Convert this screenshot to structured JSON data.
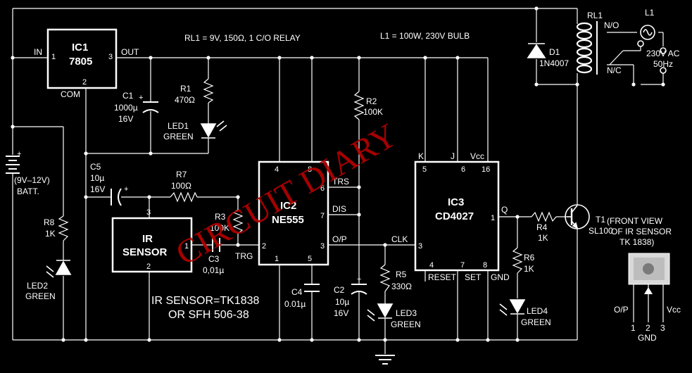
{
  "notes": {
    "relay": "RL1 = 9V, 150Ω, 1 C/O RELAY",
    "bulb": "L1 = 100W, 230V BULB",
    "sensor_part": "IR SENSOR=TK1838",
    "sensor_alt": "OR SFH 506-38",
    "front_view_1": "(FRONT VIEW",
    "front_view_2": "OF IR SENSOR",
    "front_view_3": "TK 1838)"
  },
  "watermark": "CIRCUIT DIARY",
  "ic1": {
    "ref": "IC1",
    "type": "7805",
    "pin_in": "1",
    "pin_out": "3",
    "pin_com": "2",
    "lbl_in": "IN",
    "lbl_out": "OUT",
    "lbl_com": "COM"
  },
  "ic2": {
    "ref": "IC2",
    "type": "NE555",
    "p4": "4",
    "p8": "8",
    "p6": "6",
    "p7": "7",
    "p3": "3",
    "p2": "2",
    "p1": "1",
    "p5": "5",
    "trs": "TRS",
    "dis": "DIS",
    "op": "O/P",
    "trg": "TRG"
  },
  "ic3": {
    "ref": "IC3",
    "type": "CD4027",
    "p5": "5",
    "p6": "6",
    "p16": "16",
    "p1": "1",
    "p3": "3",
    "p4": "4",
    "p7": "7",
    "p8": "8",
    "k": "K",
    "j": "J",
    "vcc": "Vcc",
    "q": "Q",
    "clk": "CLK",
    "reset": "RESET",
    "set": "SET",
    "gnd": "GND"
  },
  "ir_sensor": {
    "line1": "IR",
    "line2": "SENSOR",
    "p1": "1",
    "p2": "2",
    "p3": "3"
  },
  "battery": {
    "plus": "+",
    "line1": "(9V–12V)",
    "line2": "BATT."
  },
  "components": {
    "c1": [
      "C1",
      "1000µ",
      "16V"
    ],
    "r1": [
      "R1",
      "470Ω"
    ],
    "led1": [
      "LED1",
      "GREEN"
    ],
    "r2": [
      "R2",
      "100K"
    ],
    "c5": [
      "C5",
      "10µ",
      "16V"
    ],
    "r7": [
      "R7",
      "100Ω"
    ],
    "r3": [
      "R3",
      "100K"
    ],
    "c3": [
      "C3",
      "0,01µ"
    ],
    "r8": [
      "R8",
      "1K"
    ],
    "led2": [
      "LED2",
      "GREEN"
    ],
    "c4": [
      "C4",
      "0.01µ"
    ],
    "c2": [
      "C2",
      "10µ",
      "16V"
    ],
    "r5": [
      "R5",
      "330Ω"
    ],
    "led3": [
      "LED3",
      "GREEN"
    ],
    "r4": [
      "R4",
      "1K"
    ],
    "r6": [
      "R6",
      "1K"
    ],
    "led4": [
      "LED4",
      "GREEN"
    ],
    "t1": [
      "T1",
      "SL100"
    ],
    "d1": [
      "D1",
      "1N4007"
    ],
    "rl1": "RL1",
    "l1": "L1",
    "no": "N/O",
    "nc": "N/C",
    "ac": [
      "230V AC",
      "50Hz"
    ]
  },
  "pinout": {
    "n1": "1",
    "n2": "2",
    "n3": "3",
    "op": "O/P",
    "gnd": "GND",
    "vcc": "Vcc"
  }
}
